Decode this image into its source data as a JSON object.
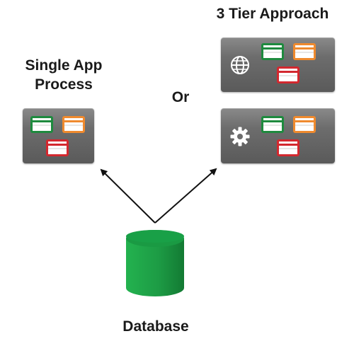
{
  "labels": {
    "tier_title": "3 Tier Approach",
    "single_line1": "Single App",
    "single_line2": "Process",
    "or": "Or",
    "database": "Database"
  },
  "icons": {
    "web_tier": "globe-icon",
    "app_tier": "gear-icon"
  },
  "colors": {
    "database": "#1fa24a",
    "window_green": "#1e8a3e",
    "window_orange": "#ef8a2e",
    "window_red": "#d3282f",
    "server_box": "#6d6d6d"
  }
}
